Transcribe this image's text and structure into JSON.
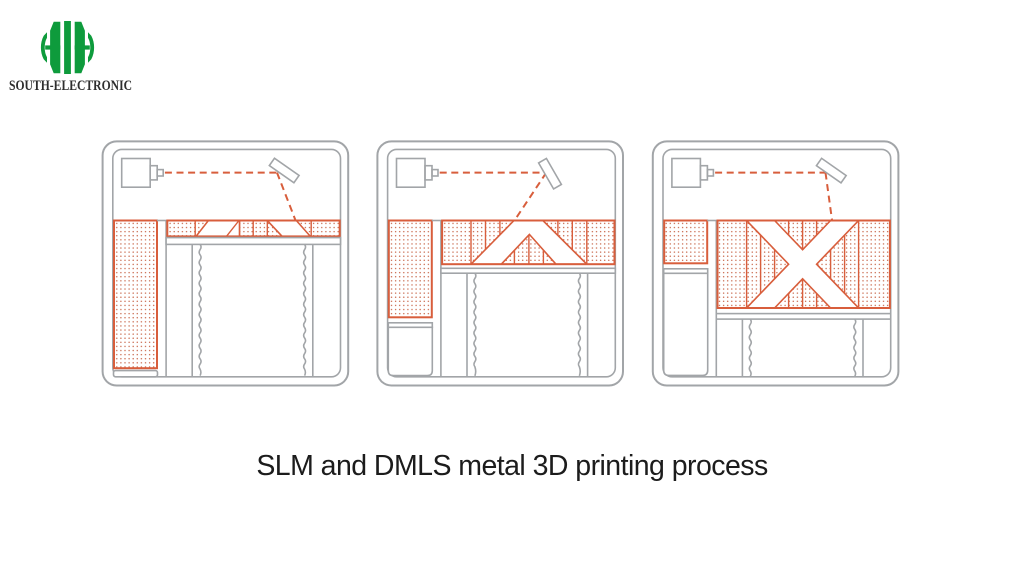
{
  "page": {
    "background": "#ffffff"
  },
  "logo": {
    "company": "SOUTH-ELECTRONIC",
    "emblem_icon": "double-h-octagon-monogram",
    "green": "#0e9b3c",
    "text_color": "#2e2e2e"
  },
  "caption": {
    "text": "SLM and DMLS metal 3D printing process",
    "color": "#1c1c1c"
  },
  "colors": {
    "accent_orange": "#d85e3c",
    "line_gray": "#a2a5a8",
    "dot_orange": "#c96a4e"
  },
  "diagram": {
    "description_icons": [
      {
        "id": "stage-1",
        "graphic": "laser-melting-first-layer-tracks"
      },
      {
        "id": "stage-2",
        "graphic": "half-built-part-chevron-cross-section"
      },
      {
        "id": "stage-3",
        "graphic": "completed-part-x-cross-section"
      }
    ]
  }
}
